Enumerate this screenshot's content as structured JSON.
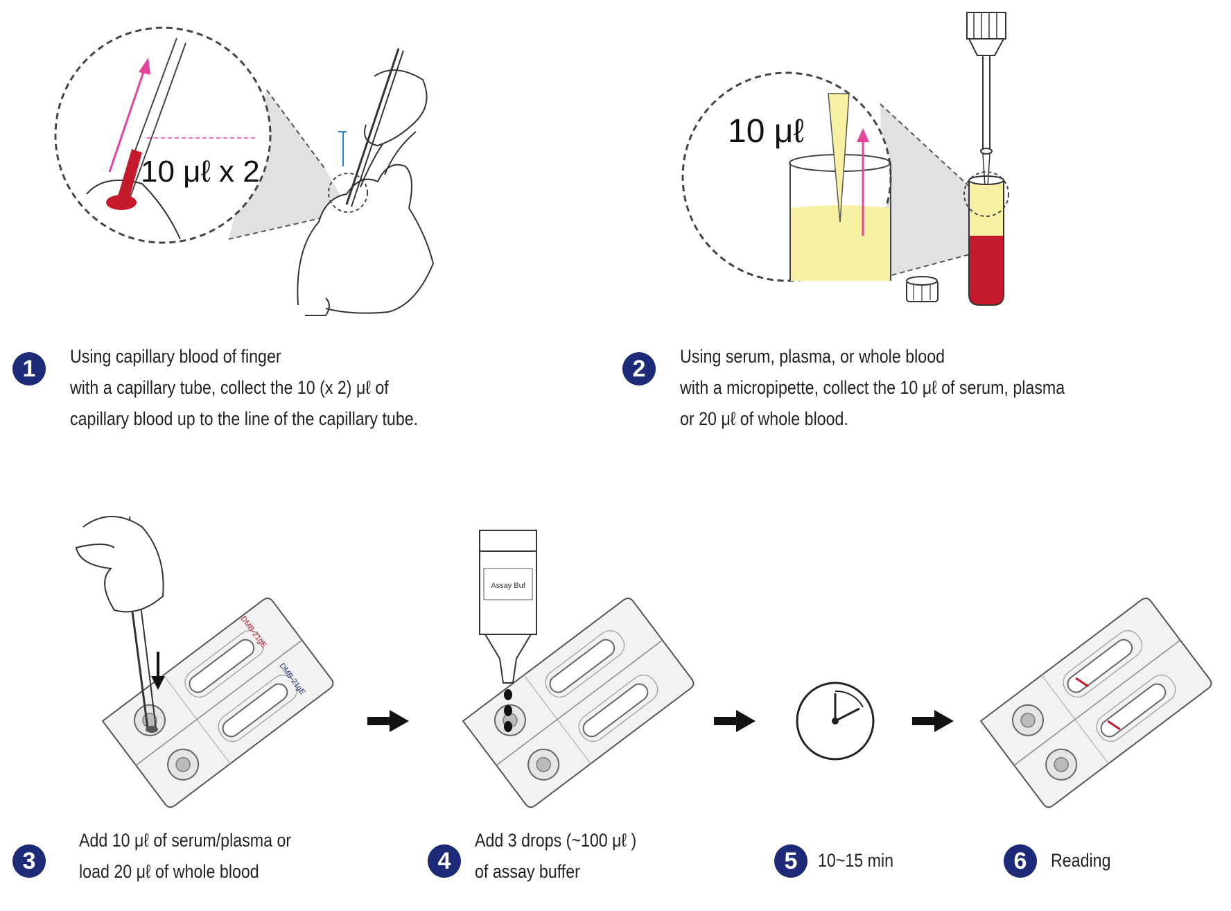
{
  "colors": {
    "badge": "#1c2a77",
    "blood": "#c41a2b",
    "serum": "#f8f1a4",
    "arrow_magenta": "#e8439a",
    "line_blue": "#2b7fd4"
  },
  "panel1": {
    "callout": "10 μℓ x 2"
  },
  "panel2": {
    "callout": "10 μℓ"
  },
  "cassette": {
    "label_top": "DMB-21gE",
    "label_bottom": "DMB-21gE"
  },
  "bottle": {
    "label": "Assay Buf"
  },
  "steps": [
    {
      "num": "1",
      "lines": [
        "Using capillary blood of finger",
        "with a capillary tube, collect the 10 (x 2) μℓ  of",
        "capillary blood up to the line of the capillary tube."
      ]
    },
    {
      "num": "2",
      "lines": [
        "Using serum, plasma, or whole blood",
        "with a micropipette, collect the 10 μℓ of serum, plasma",
        "or 20 μℓ of whole blood."
      ]
    },
    {
      "num": "3",
      "lines": [
        "Add 10 μℓ of serum/plasma or",
        "load 20 μℓ of whole blood"
      ]
    },
    {
      "num": "4",
      "lines": [
        "Add 3 drops (~100 μℓ )",
        "of assay buffer"
      ]
    },
    {
      "num": "5",
      "lines": [
        "10~15 min"
      ]
    },
    {
      "num": "6",
      "lines": [
        "Reading"
      ]
    }
  ]
}
